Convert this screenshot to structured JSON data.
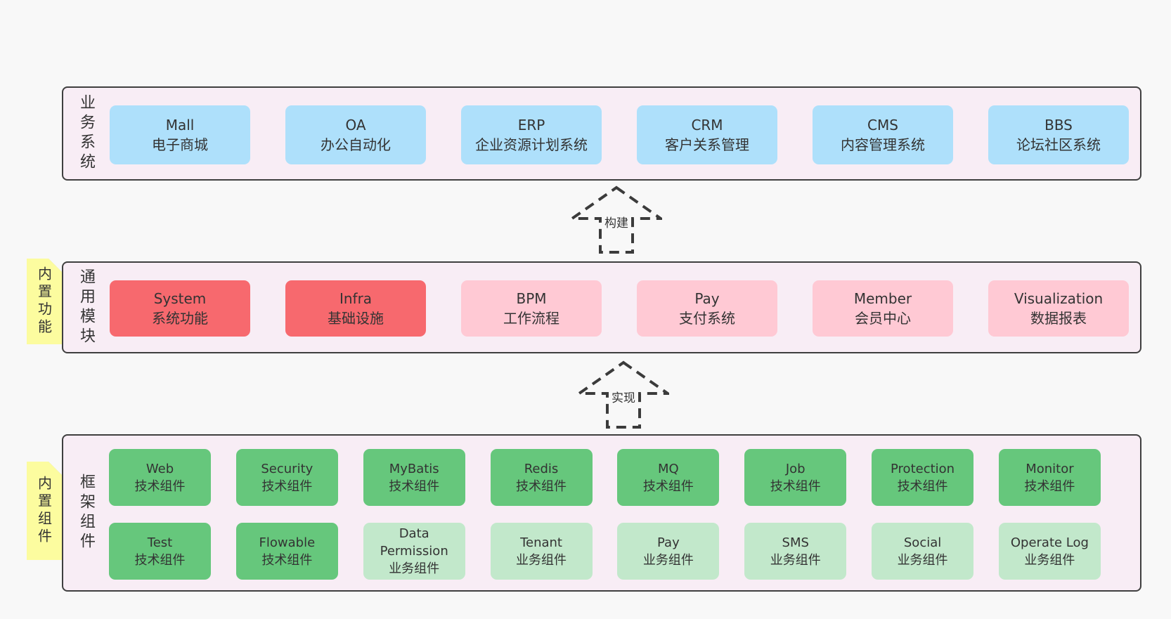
{
  "page": {
    "background": "#f8f8f8"
  },
  "colors": {
    "section_bg": "#f8edf5",
    "section_border": "#3f3f3f",
    "blue_box": "#aee0fb",
    "red_box": "#f7696e",
    "pink_box": "#ffc9d4",
    "green_box": "#66c77c",
    "light_green_box": "#c2e8cb",
    "note_yellow": "#fcfc9f",
    "note_fold_gray": "#c8c8c8",
    "text": "#333333"
  },
  "arrows": [
    {
      "label": "构建"
    },
    {
      "label": "实现"
    }
  ],
  "sections": [
    {
      "label": "业务系统",
      "boxes": [
        {
          "name": "Mall",
          "desc": "电子商城"
        },
        {
          "name": "OA",
          "desc": "办公自动化"
        },
        {
          "name": "ERP",
          "desc": "企业资源计划系统"
        },
        {
          "name": "CRM",
          "desc": "客户关系管理"
        },
        {
          "name": "CMS",
          "desc": "内容管理系统"
        },
        {
          "name": "BBS",
          "desc": "论坛社区系统"
        }
      ]
    },
    {
      "label": "通用模块",
      "note": "内置功能",
      "boxes": [
        {
          "name": "System",
          "desc": "系统功能"
        },
        {
          "name": "Infra",
          "desc": "基础设施"
        },
        {
          "name": "BPM",
          "desc": "工作流程"
        },
        {
          "name": "Pay",
          "desc": "支付系统"
        },
        {
          "name": "Member",
          "desc": "会员中心"
        },
        {
          "name": "Visualization",
          "desc": "数据报表"
        }
      ]
    },
    {
      "label": "框架组件",
      "note": "内置组件",
      "rows": [
        [
          {
            "name": "Web",
            "desc": "技术组件"
          },
          {
            "name": "Security",
            "desc": "技术组件"
          },
          {
            "name": "MyBatis",
            "desc": "技术组件"
          },
          {
            "name": "Redis",
            "desc": "技术组件"
          },
          {
            "name": "MQ",
            "desc": "技术组件"
          },
          {
            "name": "Job",
            "desc": "技术组件"
          },
          {
            "name": "Protection",
            "desc": "技术组件"
          },
          {
            "name": "Monitor",
            "desc": "技术组件"
          }
        ],
        [
          {
            "name": "Test",
            "desc": "技术组件"
          },
          {
            "name": "Flowable",
            "desc": "技术组件"
          },
          {
            "name": "Data Permission",
            "desc": "业务组件"
          },
          {
            "name": "Tenant",
            "desc": "业务组件"
          },
          {
            "name": "Pay",
            "desc": "业务组件"
          },
          {
            "name": "SMS",
            "desc": "业务组件"
          },
          {
            "name": "Social",
            "desc": "业务组件"
          },
          {
            "name": "Operate Log",
            "desc": "业务组件"
          }
        ]
      ]
    }
  ]
}
